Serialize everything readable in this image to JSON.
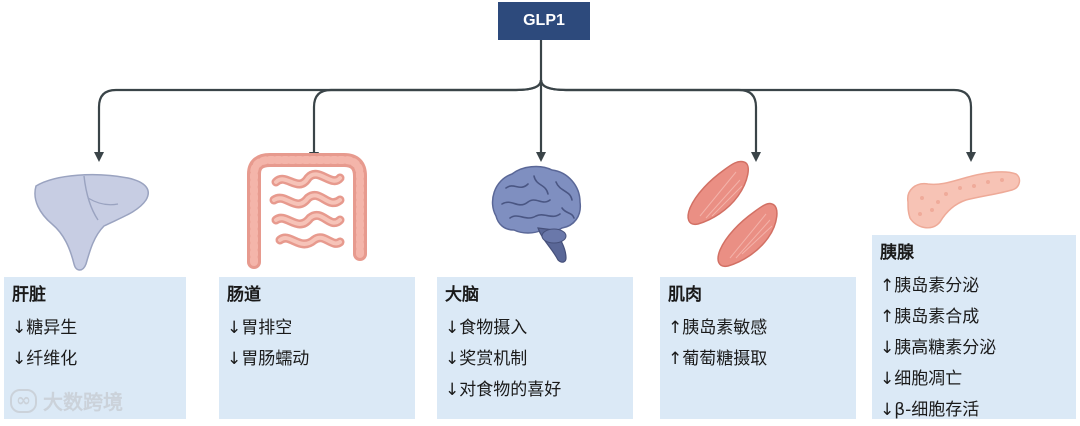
{
  "root": {
    "label": "GLP1"
  },
  "organs": [
    {
      "id": "liver",
      "icon": "liver-icon",
      "title": "肝脏",
      "effects": [
        "↓糖异生",
        "↓纤维化"
      ]
    },
    {
      "id": "intestine",
      "icon": "intestine-icon",
      "title": "肠道",
      "effects": [
        "↓胃排空",
        "↓胃肠蠕动"
      ]
    },
    {
      "id": "brain",
      "icon": "brain-icon",
      "title": "大脑",
      "effects": [
        "↓食物摄入",
        "↓奖赏机制",
        "↓对食物的喜好"
      ]
    },
    {
      "id": "muscle",
      "icon": "muscle-icon",
      "title": "肌肉",
      "effects": [
        "↑胰岛素敏感",
        "↑葡萄糖摄取"
      ]
    },
    {
      "id": "pancreas",
      "icon": "pancreas-icon",
      "title": "胰腺",
      "effects": [
        "↑胰岛素分泌",
        "↑胰岛素合成",
        "↓胰高糖素分泌",
        "↓细胞凋亡",
        "↓β-细胞存活"
      ]
    }
  ],
  "watermark": {
    "text": "大数跨境"
  },
  "colors": {
    "root_bg": "#2d4a7c",
    "card_bg": "#dbe9f6",
    "connector": "#3a4448"
  }
}
